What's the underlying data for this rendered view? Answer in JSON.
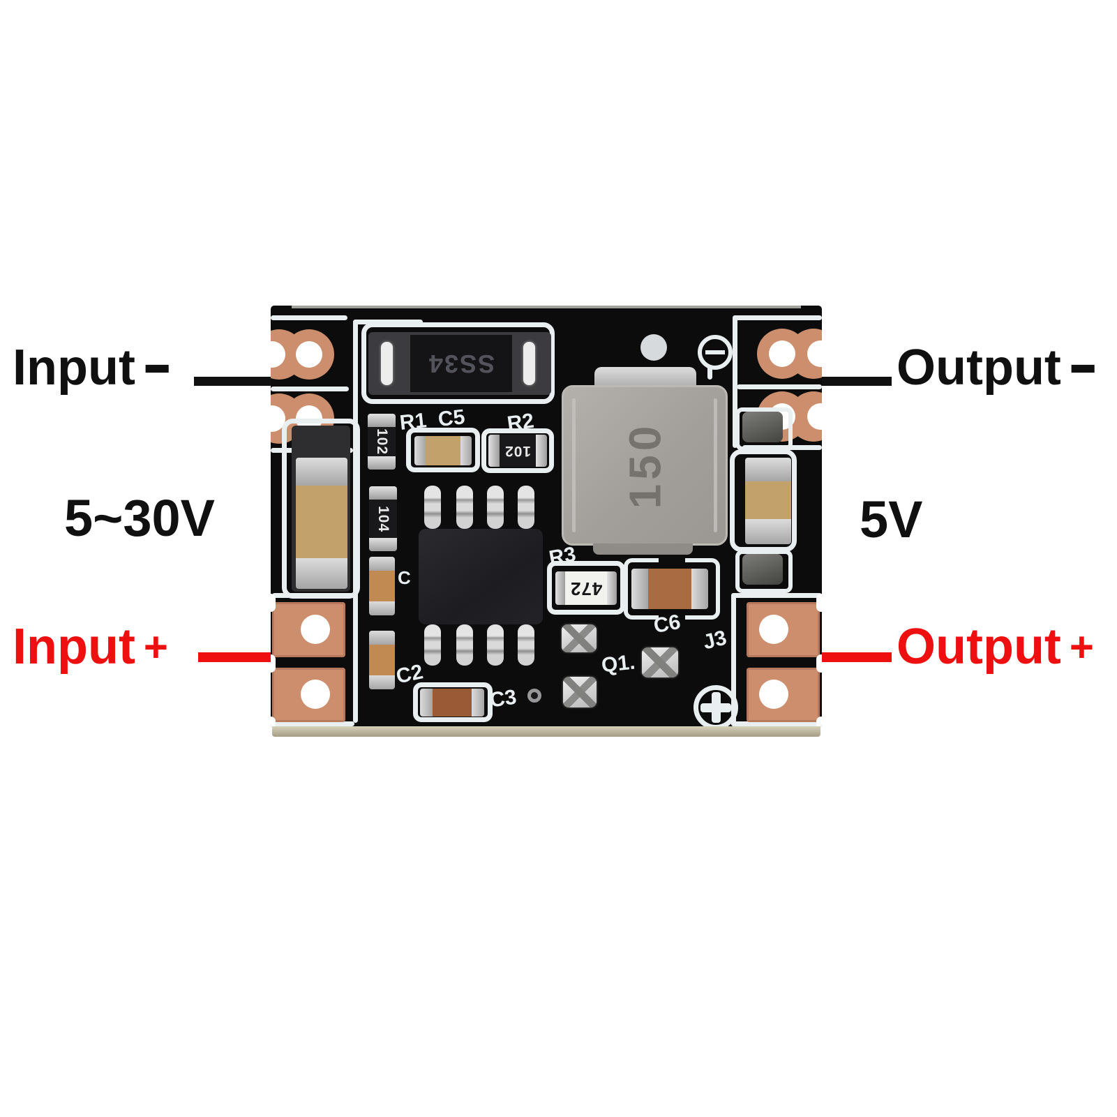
{
  "colors": {
    "annotation_black": "#101010",
    "annotation_red": "#ee1010",
    "board_black": "#0c0c0c",
    "silkscreen_white": "#e9eef0",
    "copper": "#cc8e6d",
    "copper_dark": "#b87a5c",
    "inductor_gray": "#a8a4a0",
    "cap_tan": "#c2a26a",
    "cap_small_tan": "#c08a52",
    "cap_brown": "#a96b42",
    "cap_dark_brown": "#9a5a36",
    "solder_silver": "#c9c9c9"
  },
  "annotations": {
    "input_neg": {
      "label": "Input",
      "sign": "−"
    },
    "input_voltage": "5~30V",
    "input_pos": {
      "label": "Input",
      "sign": "+"
    },
    "output_neg": {
      "label": "Output",
      "sign": "−"
    },
    "output_voltage": "5V",
    "output_pos": {
      "label": "Output",
      "sign": "+"
    }
  },
  "board": {
    "markings": {
      "diode": "SS34",
      "inductor": "150",
      "r1": "102",
      "r104": "104",
      "r2": "102",
      "r3": "472"
    },
    "silkscreen": {
      "r1": "R1",
      "c5": "C5",
      "r2": "R2",
      "r3": "R3",
      "c6": "C6",
      "j3": "J3",
      "q1": "Q1.",
      "c1": "C",
      "c2": "C2",
      "c3": "C3"
    }
  }
}
